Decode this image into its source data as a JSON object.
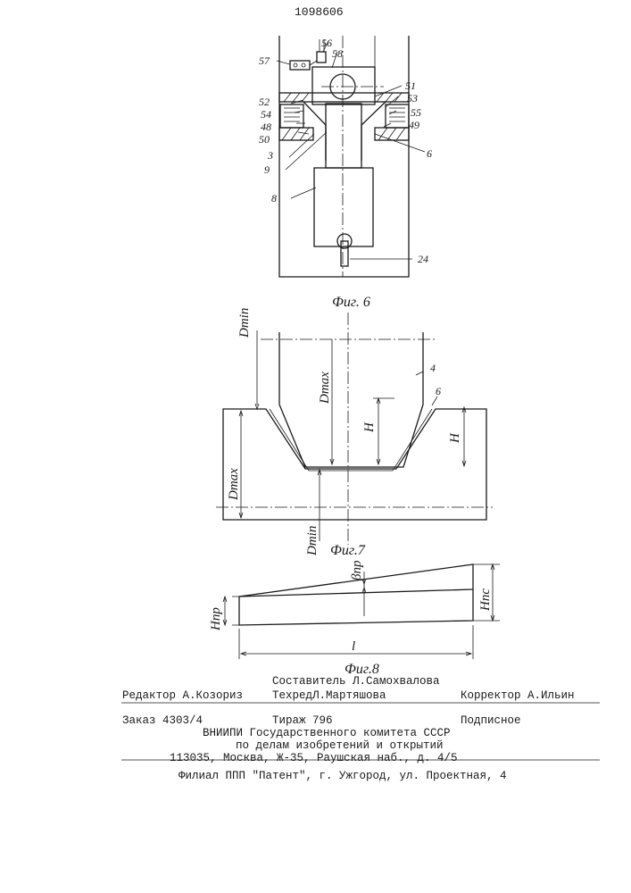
{
  "patent_number": "1098606",
  "figures": {
    "fig6": {
      "caption": "Фиг. 6",
      "labels": {
        "l3": "3",
        "l6": "6",
        "l8": "8",
        "l9": "9",
        "l24": "24",
        "l48": "48",
        "l49": "49",
        "l50": "50",
        "l51": "51",
        "l52": "52",
        "l53": "53",
        "l54": "54",
        "l55": "55",
        "l56": "56",
        "l57": "57",
        "l58": "58"
      }
    },
    "fig7": {
      "caption": "Фиг.7",
      "labels": {
        "dmin_top": "Dmin",
        "dmax_center": "Dmax",
        "dmax_left": "Dmax",
        "dmin_bottom": "Dmin",
        "h_inner": "H",
        "h_right": "H",
        "l4": "4",
        "l6": "6"
      }
    },
    "fig8": {
      "caption": "Фиг.8",
      "labels": {
        "beta": "βпр",
        "hpr": "Нпр",
        "hpc": "Нпс",
        "l": "l"
      }
    }
  },
  "colophon": {
    "editor": "Редактор А.Козориз",
    "compiler": "Составитель Л.Самохвалова",
    "tech_editor": "ТехредЛ.Мартяшова",
    "corrector": "Корректор А.Ильин",
    "order": "Заказ 4303/4",
    "circulation": "Тираж 796",
    "subscription": "Подписное",
    "org_line1": "ВНИИПИ Государственного комитета СССР",
    "org_line2": "по делам изобретений и открытий",
    "org_address": "113035, Москва, Ж-35, Раушская наб., д. 4/5",
    "branch": "Филиал ППП \"Патент\", г. Ужгород, ул. Проектная, 4"
  }
}
